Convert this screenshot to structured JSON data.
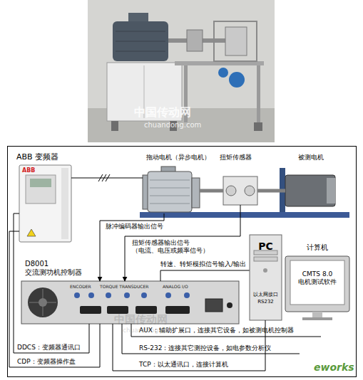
{
  "diagram": {
    "nodes": [
      {
        "text": [
          "ABB 变频器"
        ]
      },
      {
        "text": [
          "拖动电机（异步电机）"
        ]
      },
      {
        "text": [
          "扭矩传感器"
        ]
      },
      {
        "text": [
          "被测电机"
        ]
      },
      {
        "text": [
          "D8001 交流测功机控制器"
        ]
      },
      {
        "text": [
          "PC",
          "以太网接口",
          "RS232"
        ]
      },
      {
        "text": [
          "计算机",
          "CMTS 8.0 电机测试软件"
        ]
      }
    ],
    "edges": [
      {
        "from": 0,
        "to": 1,
        "arrow": "none"
      },
      {
        "from": 1,
        "to": 2,
        "arrow": "none"
      },
      {
        "from": 2,
        "to": 3,
        "arrow": "none"
      },
      {
        "from": 1,
        "to": 4,
        "arrow": "to",
        "label": "脉冲编码器输出信号"
      },
      {
        "from": 2,
        "to": 4,
        "arrow": "to",
        "label": "扭矩传感器输出信号 （电流、电压或频率信号）"
      },
      {
        "from": 4,
        "to": 0,
        "arrow": "none",
        "label": "DDCS：变频器通讯口"
      },
      {
        "from": 4,
        "to": 0,
        "arrow": "none",
        "label": "CDP：变频器操作盘"
      },
      {
        "from": 4,
        "to": 5,
        "arrow": "none",
        "label": "TCP：以太通讯口，连接计算机"
      }
    ],
    "labels": [
      "中国传动网",
      "chuandong.com",
      "ABB",
      "ENCODER",
      "TORQUE TRANSDUCER",
      "ANALOG I/O",
      "转速、转矩模拟信号输入/输出",
      "AUX：辅助扩展口，连接其它设备，如被测电机控制器",
      "RS-232：连接其它测控设备，如电参数分析仪",
      "中国传动网",
      "chuandong.com",
      "eworks"
    ]
  }
}
